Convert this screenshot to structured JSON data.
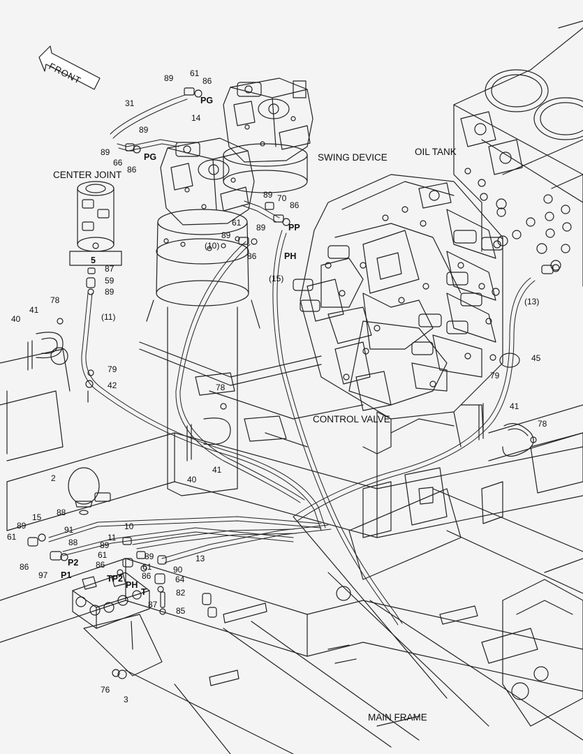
{
  "front": "FRONT",
  "names": {
    "swing_device": "SWING DEVICE",
    "oil_tank": "OIL TANK",
    "center_joint": "CENTER JOINT",
    "control_valve": "CONTROL VALVE",
    "main_frame": "MAIN FRAME"
  },
  "ports": {
    "pg_top": "PG",
    "pg_mid": "PG",
    "pp": "PP",
    "ph_top": "PH",
    "p2": "P2",
    "p1": "P1",
    "tp2": "TP2",
    "ph_low": "PH",
    "t": "T"
  },
  "labels": {
    "n89_a": "89",
    "n61_a": "61",
    "n86_a": "86",
    "n31": "31",
    "n14": "14",
    "n89_b": "89",
    "n89_c": "89",
    "n66": "66",
    "n86_b": "86",
    "n89_d": "89",
    "n70": "70",
    "n86_c": "86",
    "n89_e": "89",
    "n61_b": "61",
    "n89_f": "89",
    "n10p": "(10)",
    "n86_d": "86",
    "n15p": "(15)",
    "n5": "5",
    "n87_a": "87",
    "n59": "59",
    "n89_g": "89",
    "n11p": "(11)",
    "n13p": "(13)",
    "n45": "45",
    "n79_a": "79",
    "n41_a": "41",
    "n78_a": "78",
    "n40_a": "40",
    "n79_b": "79",
    "n42": "42",
    "n78_b": "78",
    "n40_b": "40",
    "n41_b": "41",
    "n41_c": "41",
    "n78_c": "78",
    "n2": "2",
    "n88_a": "88",
    "n15": "15",
    "n89_h": "89",
    "n61_c": "61",
    "n91": "91",
    "n88_b": "88",
    "n86_e": "86",
    "n97": "97",
    "n10": "10",
    "n11": "11",
    "n89_i": "89",
    "n61_d": "61",
    "n89_j": "89",
    "n86_f": "86",
    "n61_e": "61",
    "n86_g": "86",
    "n13": "13",
    "n90": "90",
    "n64": "64",
    "n82": "82",
    "n87_b": "87",
    "n85": "85",
    "n76": "76",
    "n3": "3"
  }
}
